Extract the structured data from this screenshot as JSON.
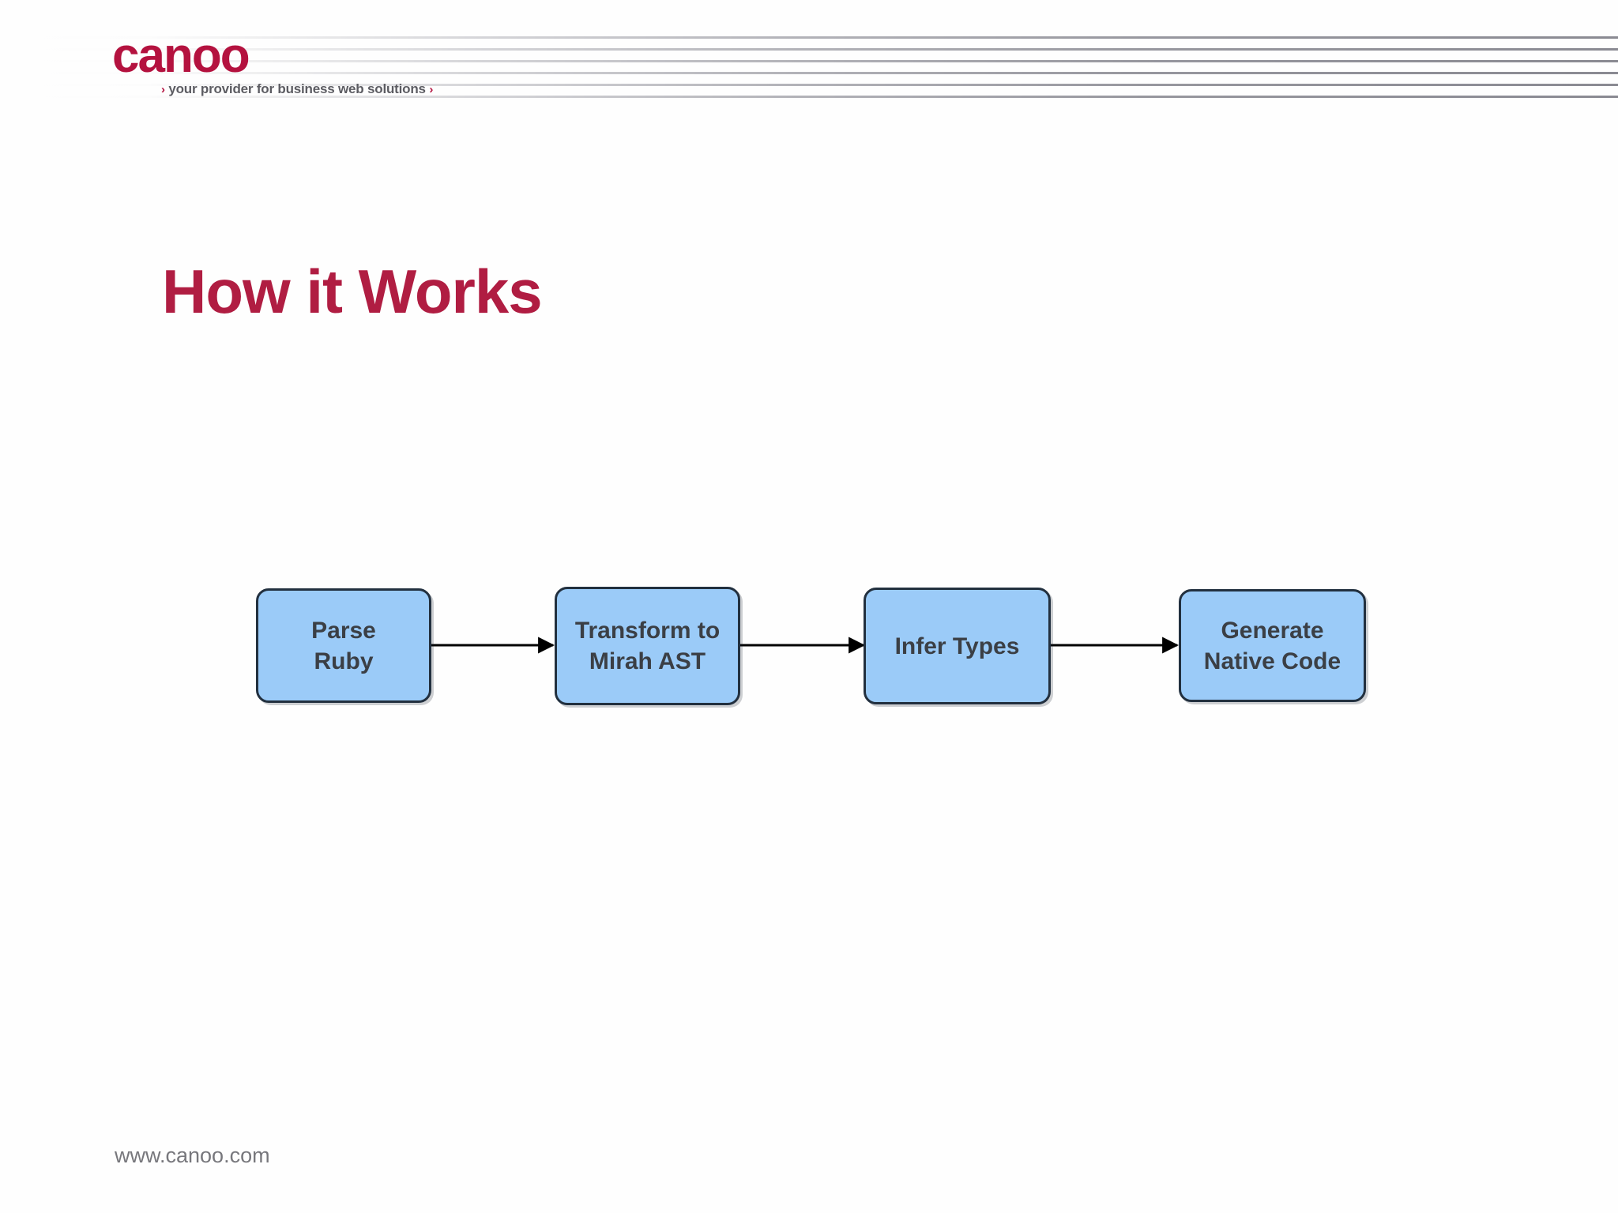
{
  "slide": {
    "title": "How it Works",
    "title_color": "#b01d42"
  },
  "brand": {
    "logo_text": "canoo",
    "logo_color": "#b4123f",
    "tagline_prefix": "›",
    "tagline": "your provider for business web solutions",
    "tagline_suffix": "›"
  },
  "flowchart": {
    "type": "diagram",
    "orientation": "left-to-right",
    "node_fill": "#9bcbf8",
    "node_border": "#22303f",
    "node_text_color": "#3b3f45",
    "connector_color": "#000000",
    "nodes": [
      {
        "id": "parse-ruby",
        "label": "Parse\nRuby",
        "line1": "Parse",
        "line2": "Ruby"
      },
      {
        "id": "transform-mirah-ast",
        "label": "Transform to\nMirah AST",
        "line1": "Transform to",
        "line2": "Mirah AST"
      },
      {
        "id": "infer-types",
        "label": "Infer Types",
        "line1": "Infer Types",
        "line2": ""
      },
      {
        "id": "generate-native",
        "label": "Generate\nNative Code",
        "line1": "Generate",
        "line2": "Native Code"
      }
    ],
    "edges": [
      {
        "from": "parse-ruby",
        "to": "transform-mirah-ast"
      },
      {
        "from": "transform-mirah-ast",
        "to": "infer-types"
      },
      {
        "from": "infer-types",
        "to": "generate-native"
      }
    ]
  },
  "footer": {
    "url": "www.canoo.com"
  }
}
